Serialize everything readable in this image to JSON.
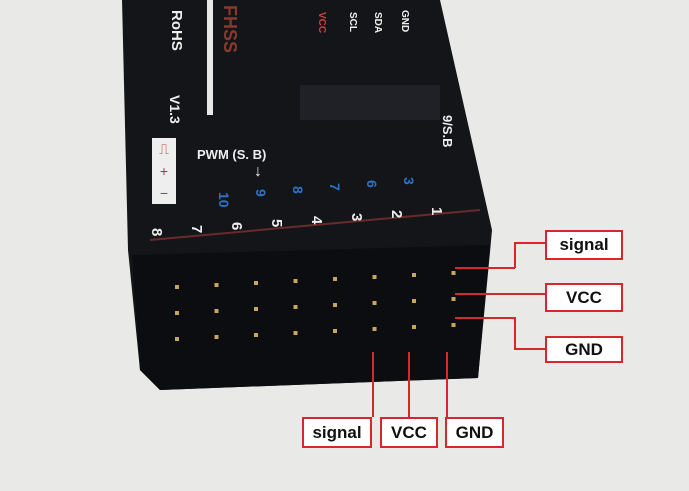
{
  "device": {
    "rohs": "RoHS",
    "version": "V1.3",
    "brand": "FHSS",
    "i2c_pins": [
      "VCC",
      "SCL",
      "SDA",
      "GND"
    ],
    "pwm_label": "PWM (S. B)",
    "sbus_label": "9/S.B",
    "signal_symbols": [
      "⎍",
      "+",
      "−"
    ],
    "top_row_numbers": [
      "10",
      "9",
      "8",
      "7",
      "6",
      "3"
    ],
    "bottom_row_numbers": [
      "8",
      "7",
      "6",
      "5",
      "4",
      "3",
      "2",
      "1"
    ]
  },
  "annotations": {
    "right": [
      "signal",
      "VCC",
      "GND"
    ],
    "bottom": [
      "signal",
      "VCC",
      "GND"
    ]
  },
  "colors": {
    "annotation_border": "#d9262b",
    "body": "#15161b"
  }
}
